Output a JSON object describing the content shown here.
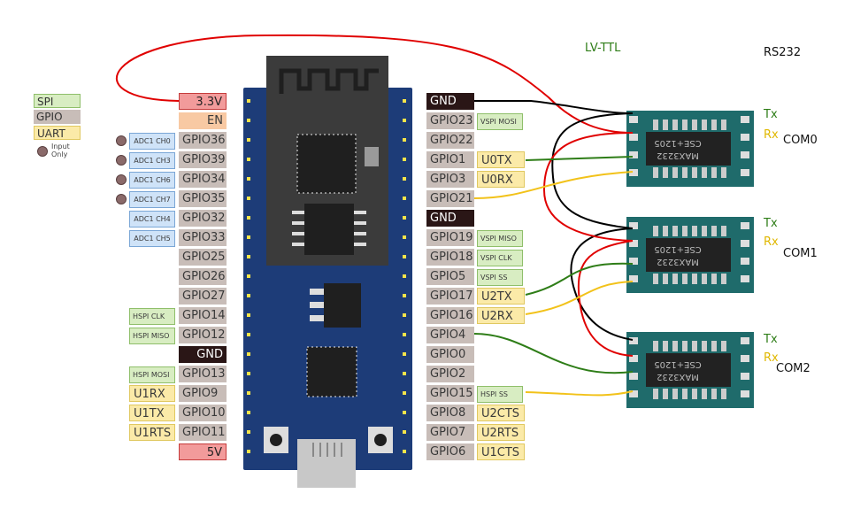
{
  "legend": {
    "spi": "SPI",
    "gpio": "GPIO",
    "uart": "UART",
    "input_only": [
      "Input",
      "Only"
    ]
  },
  "colors": {
    "board": "#1d3c78",
    "wire_power": "#e00000",
    "wire_gnd": "#000000",
    "wire_tx": "#2e7d17",
    "wire_rx": "#f2c21a",
    "module_pcb": "#1f6b6b"
  },
  "left_pins": [
    {
      "pin": "3.3V",
      "kind": "power"
    },
    {
      "pin": "EN",
      "kind": "en"
    },
    {
      "pin": "GPIO36",
      "kind": "gpio",
      "adc": "ADC1 CH0",
      "input_only": true
    },
    {
      "pin": "GPIO39",
      "kind": "gpio",
      "adc": "ADC1 CH3",
      "input_only": true
    },
    {
      "pin": "GPIO34",
      "kind": "gpio",
      "adc": "ADC1 CH6",
      "input_only": true
    },
    {
      "pin": "GPIO35",
      "kind": "gpio",
      "adc": "ADC1 CH7",
      "input_only": true
    },
    {
      "pin": "GPIO32",
      "kind": "gpio",
      "adc": "ADC1 CH4"
    },
    {
      "pin": "GPIO33",
      "kind": "gpio",
      "adc": "ADC1 CH5"
    },
    {
      "pin": "GPIO25",
      "kind": "gpio"
    },
    {
      "pin": "GPIO26",
      "kind": "gpio"
    },
    {
      "pin": "GPIO27",
      "kind": "gpio"
    },
    {
      "pin": "GPIO14",
      "kind": "gpio",
      "spi": "HSPI CLK"
    },
    {
      "pin": "GPIO12",
      "kind": "gpio",
      "spi": "HSPI MISO"
    },
    {
      "pin": "GND",
      "kind": "gnd"
    },
    {
      "pin": "GPIO13",
      "kind": "gpio",
      "spi": "HSPI MOSI"
    },
    {
      "pin": "GPIO9",
      "kind": "gpio",
      "uart": "U1RX"
    },
    {
      "pin": "GPIO10",
      "kind": "gpio",
      "uart": "U1TX"
    },
    {
      "pin": "GPIO11",
      "kind": "gpio",
      "uart": "U1RTS"
    },
    {
      "pin": "5V",
      "kind": "power"
    }
  ],
  "right_pins": [
    {
      "pin": "GND",
      "kind": "gnd"
    },
    {
      "pin": "GPIO23",
      "kind": "gpio",
      "spi": "VSPI MOSI"
    },
    {
      "pin": "GPIO22",
      "kind": "gpio"
    },
    {
      "pin": "GPIO1",
      "kind": "gpio",
      "uart": "U0TX"
    },
    {
      "pin": "GPIO3",
      "kind": "gpio",
      "uart": "U0RX"
    },
    {
      "pin": "GPIO21",
      "kind": "gpio"
    },
    {
      "pin": "GND",
      "kind": "gnd"
    },
    {
      "pin": "GPIO19",
      "kind": "gpio",
      "spi": "VSPI MISO"
    },
    {
      "pin": "GPIO18",
      "kind": "gpio",
      "spi": "VSPI CLK"
    },
    {
      "pin": "GPIO5",
      "kind": "gpio",
      "spi": "VSPI SS"
    },
    {
      "pin": "GPIO17",
      "kind": "gpio",
      "uart": "U2TX"
    },
    {
      "pin": "GPIO16",
      "kind": "gpio",
      "uart": "U2RX"
    },
    {
      "pin": "GPIO4",
      "kind": "gpio"
    },
    {
      "pin": "GPIO0",
      "kind": "gpio"
    },
    {
      "pin": "GPIO2",
      "kind": "gpio"
    },
    {
      "pin": "GPIO15",
      "kind": "gpio",
      "spi": "HSPI SS"
    },
    {
      "pin": "GPIO8",
      "kind": "gpio",
      "uart": "U2CTS"
    },
    {
      "pin": "GPIO7",
      "kind": "gpio",
      "uart": "U2RTS"
    },
    {
      "pin": "GPIO6",
      "kind": "gpio",
      "uart": "U1CTS"
    }
  ],
  "headers": {
    "lv_ttl": "LV-TTL",
    "rs232": "RS232"
  },
  "modules": [
    {
      "name": "COM0",
      "tx": "Tx",
      "rx": "Rx",
      "chip": "MAX3232",
      "marking": "CSE+1205"
    },
    {
      "name": "COM1",
      "tx": "Tx",
      "rx": "Rx",
      "chip": "MAX3232",
      "marking": "CSE+1205"
    },
    {
      "name": "COM2",
      "tx": "Tx",
      "rx": "Rx",
      "chip": "MAX3232",
      "marking": "CSE+1205"
    }
  ]
}
